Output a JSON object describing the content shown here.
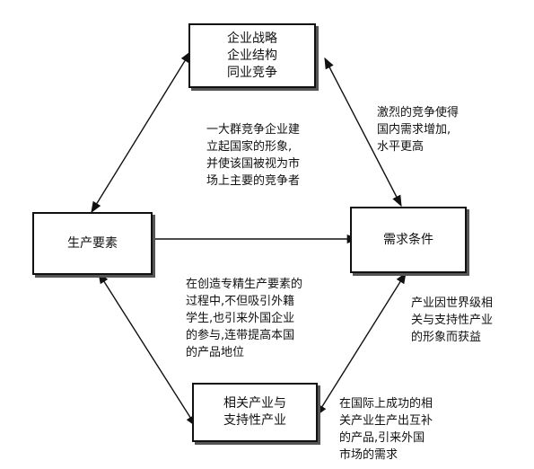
{
  "nodes": {
    "strategy": [
      "企业战略",
      "企业结构",
      "同业竞争"
    ],
    "factors": [
      "生产要素"
    ],
    "demand": [
      "需求条件"
    ],
    "related": [
      "相关产业与",
      "支持性产业"
    ]
  },
  "notes": {
    "strategy_to_factors": [
      "一大群竞争企业建",
      "立起国家的形象,",
      "并使该国被视为市",
      "场上主要的竞争者"
    ],
    "strategy_to_demand": [
      "激烈的竞争使得",
      "国内需求增加,",
      "水平更高"
    ],
    "factors_to_related": [
      "在创造专精生产要素的",
      "过程中,不但吸引外籍",
      "学生,也引来外国企业",
      "的参与,连带提高本国",
      "的产品地位"
    ],
    "demand_to_related": [
      "产业因世界级相",
      "关与支持性产业",
      "的形象而获益"
    ],
    "related_to_demand": [
      "在国际上成功的相",
      "关产业生产出互补",
      "的产品,引来外国",
      "市场的需求"
    ]
  }
}
